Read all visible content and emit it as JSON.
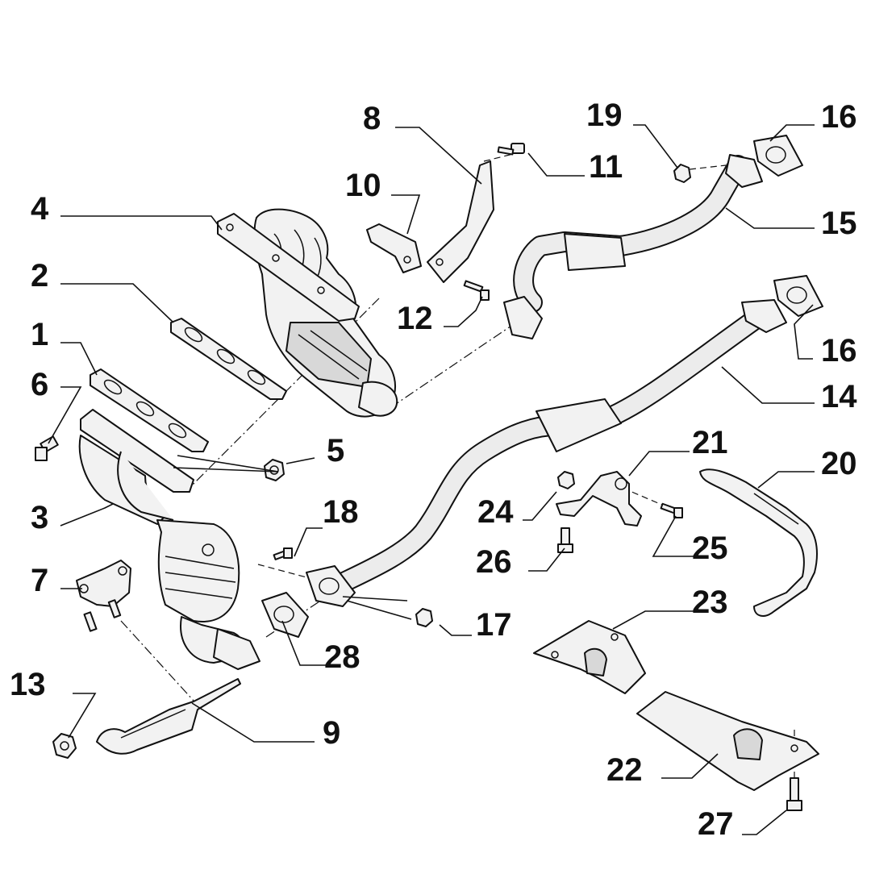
{
  "callouts": {
    "c1": "1",
    "c2": "2",
    "c3": "3",
    "c4": "4",
    "c5": "5",
    "c6": "6",
    "c7": "7",
    "c8": "8",
    "c9": "9",
    "c10": "10",
    "c11": "11",
    "c12": "12",
    "c13": "13",
    "c14": "14",
    "c15": "15",
    "c16a": "16",
    "c16b": "16",
    "c17": "17",
    "c18": "18",
    "c19": "19",
    "c20": "20",
    "c21": "21",
    "c22": "22",
    "c23": "23",
    "c24": "24",
    "c25": "25",
    "c26": "26",
    "c27": "27",
    "c28": "28"
  },
  "colors": {
    "line": "#111111",
    "fill": "#f2f2f2",
    "background": "#ffffff"
  }
}
